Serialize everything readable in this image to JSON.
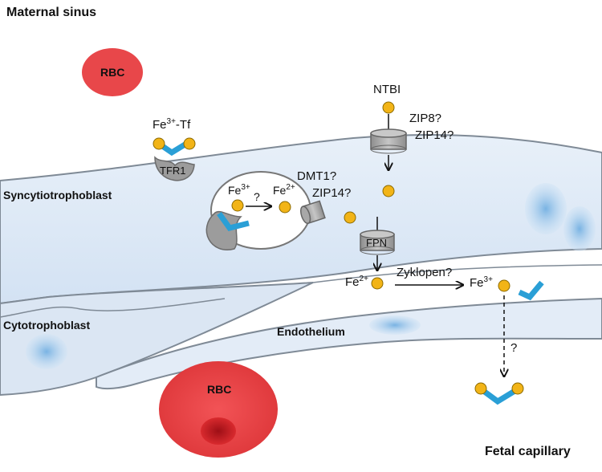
{
  "regions": {
    "maternal_sinus": "Maternal sinus",
    "syncytiotrophoblast": "Syncytiotrophoblast",
    "cytotrophoblast": "Cytotrophoblast",
    "endothelium": "Endothelium",
    "fetal_capillary": "Fetal capillary"
  },
  "cells": {
    "rbc_maternal": "RBC",
    "rbc_fetal": "RBC"
  },
  "labels": {
    "fe3_tf_base": "Fe",
    "fe3_tf_sup": "3+",
    "fe3_tf_suffix": "-Tf",
    "tfr1": "TFR1",
    "ntbi": "NTBI",
    "zip8": "ZIP8?",
    "zip14_top": "ZIP14?",
    "dmt1": "DMT1?",
    "zip14_mid": "ZIP14?",
    "endo_fe3_base": "Fe",
    "endo_fe3_sup": "3+",
    "endo_q": "?",
    "endo_fe2_base": "Fe",
    "endo_fe2_sup": "2+",
    "fpn": "FPN",
    "fe2_out_base": "Fe",
    "fe2_out_sup": "2+",
    "zyklopen": "Zyklopen?",
    "fe3_out_base": "Fe",
    "fe3_out_sup": "3+",
    "transfer_q": "?"
  },
  "colors": {
    "iron": "#f2b417",
    "transferrin": "#2a9fd6",
    "receptor": "#9c9c9c",
    "rbc": "#e8474a",
    "membrane": "#7f8a96",
    "tissue": "#dde8f5"
  }
}
